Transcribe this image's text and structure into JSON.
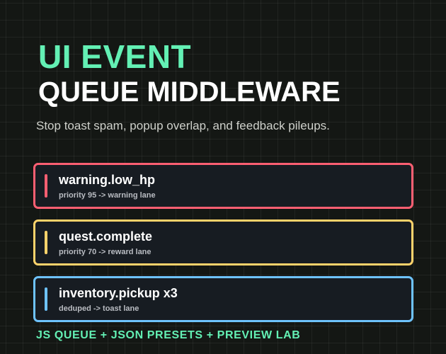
{
  "header": {
    "title_line1": "UI EVENT",
    "title_line2": "QUEUE MIDDLEWARE",
    "subtitle": "Stop toast spam, popup overlap, and feedback pileups."
  },
  "events": [
    {
      "name": "warning.low_hp",
      "detail": "priority 95 -> warning lane",
      "color": "#ff5f72"
    },
    {
      "name": "quest.complete",
      "detail": "priority 70 -> reward lane",
      "color": "#ffd36b"
    },
    {
      "name": "inventory.pickup x3",
      "detail": "deduped -> toast lane",
      "color": "#6ec3ff"
    }
  ],
  "footer": {
    "tagline": "JS QUEUE + JSON PRESETS + PREVIEW LAB"
  },
  "colors": {
    "accent": "#63f0b4",
    "background": "#141714",
    "card_background": "#171c22"
  }
}
